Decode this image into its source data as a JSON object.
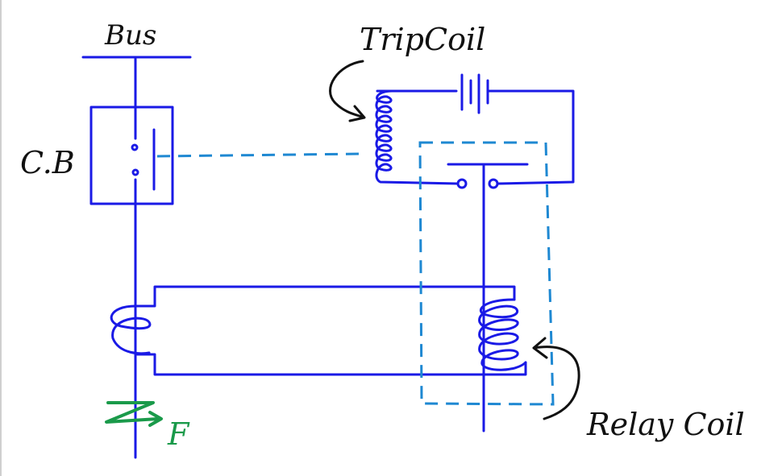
{
  "labels": {
    "bus": "Bus",
    "circuit_breaker": "C.B",
    "trip_coil": "TripCoil",
    "relay_coil": "Relay Coil",
    "fault": "F"
  },
  "colors": {
    "wire": "#1a1ae6",
    "dashed_link": "#1e88d2",
    "annotation": "#111111",
    "fault": "#1a9a4a",
    "border": "#cfcfcf"
  }
}
